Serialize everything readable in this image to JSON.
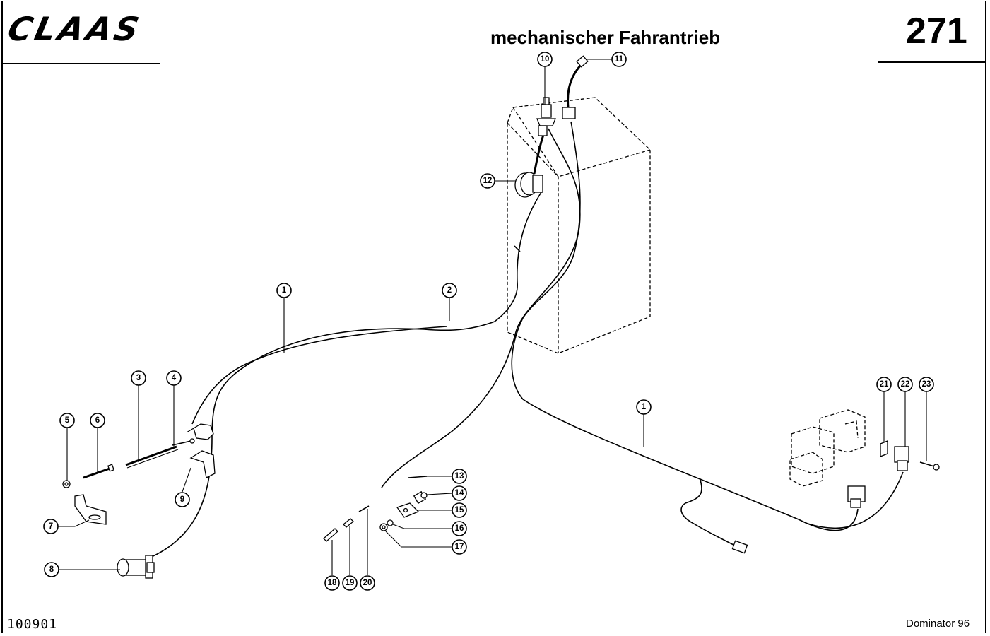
{
  "header": {
    "brand": "CLAAS",
    "title": "mechanischer Fahrantrieb",
    "page_number": "271"
  },
  "footer": {
    "doc_id": "100901",
    "model": "Dominator 96"
  },
  "callouts": [
    {
      "id": "10",
      "label": "10"
    },
    {
      "id": "11",
      "label": "11"
    },
    {
      "id": "12",
      "label": "12"
    },
    {
      "id": "1a",
      "label": "1"
    },
    {
      "id": "2",
      "label": "2"
    },
    {
      "id": "3",
      "label": "3"
    },
    {
      "id": "4",
      "label": "4"
    },
    {
      "id": "5",
      "label": "5"
    },
    {
      "id": "6",
      "label": "6"
    },
    {
      "id": "7",
      "label": "7"
    },
    {
      "id": "8",
      "label": "8"
    },
    {
      "id": "9",
      "label": "9"
    },
    {
      "id": "1b",
      "label": "1"
    },
    {
      "id": "13",
      "label": "13"
    },
    {
      "id": "14",
      "label": "14"
    },
    {
      "id": "15",
      "label": "15"
    },
    {
      "id": "16",
      "label": "16"
    },
    {
      "id": "17",
      "label": "17"
    },
    {
      "id": "18",
      "label": "18"
    },
    {
      "id": "19",
      "label": "19"
    },
    {
      "id": "20",
      "label": "20"
    },
    {
      "id": "21",
      "label": "21"
    },
    {
      "id": "22",
      "label": "22"
    },
    {
      "id": "23",
      "label": "23"
    }
  ]
}
